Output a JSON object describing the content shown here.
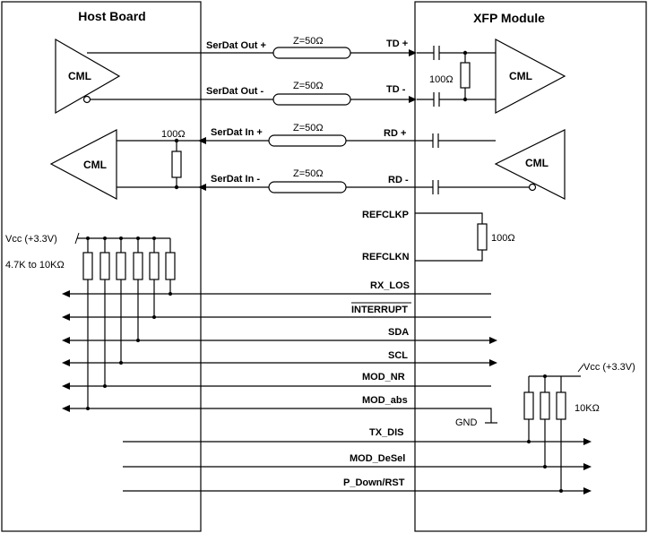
{
  "host": {
    "title": "Host Board"
  },
  "module": {
    "title": "XFP Module"
  },
  "cml_label": "CML",
  "impedance": "Z=50Ω",
  "host_pullup": {
    "vcc": "Vcc (+3.3V)",
    "resistance": "4.7K to 10KΩ"
  },
  "module_pullup": {
    "vcc": "Vcc (+3.3V)",
    "resistance": "10KΩ"
  },
  "tx_termination": "100Ω",
  "rx_termination": "100Ω",
  "refclk_termination": "100Ω",
  "gnd": "GND",
  "high_speed": {
    "serdat_out_p": "SerDat Out +",
    "serdat_out_n": "SerDat Out -",
    "td_p": "TD +",
    "td_n": "TD -",
    "serdat_in_p": "SerDat In +",
    "serdat_in_n": "SerDat In -",
    "rd_p": "RD +",
    "rd_n": "RD -"
  },
  "refclk": {
    "p": "REFCLKP",
    "n": "REFCLKN"
  },
  "signals": {
    "rx_los": "RX_LOS",
    "interrupt": "INTERRUPT",
    "sda": "SDA",
    "scl": "SCL",
    "mod_nr": "MOD_NR",
    "mod_abs": "MOD_abs",
    "tx_dis": "TX_DIS",
    "mod_desel": "MOD_DeSel",
    "p_down": "P_Down/RST"
  }
}
